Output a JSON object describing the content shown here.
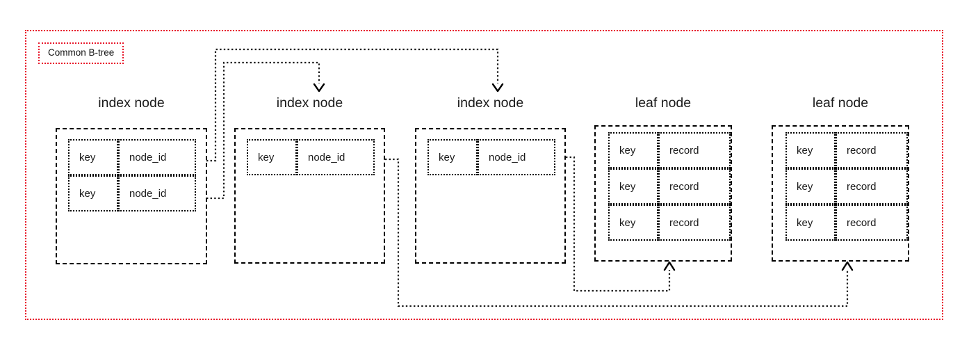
{
  "diagram": {
    "title": "Common B-tree",
    "frame_color": "#e8192c",
    "node_border_color": "#000000",
    "cell_border_color": "#000000",
    "connector_color": "#1a1a1a"
  },
  "nodes": [
    {
      "id": "index-node-1",
      "label": "index node",
      "kind": "index",
      "rows": [
        {
          "key": "key",
          "value": "node_id"
        },
        {
          "key": "key",
          "value": "node_id"
        }
      ]
    },
    {
      "id": "index-node-2",
      "label": "index node",
      "kind": "index",
      "rows": [
        {
          "key": "key",
          "value": "node_id"
        }
      ]
    },
    {
      "id": "index-node-3",
      "label": "index node",
      "kind": "index",
      "rows": [
        {
          "key": "key",
          "value": "node_id"
        }
      ]
    },
    {
      "id": "leaf-node-1",
      "label": "leaf node",
      "kind": "leaf",
      "rows": [
        {
          "key": "key",
          "value": "record"
        },
        {
          "key": "key",
          "value": "record"
        },
        {
          "key": "key",
          "value": "record"
        }
      ]
    },
    {
      "id": "leaf-node-2",
      "label": "leaf node",
      "kind": "leaf",
      "rows": [
        {
          "key": "key",
          "value": "record"
        },
        {
          "key": "key",
          "value": "record"
        },
        {
          "key": "key",
          "value": "record"
        }
      ]
    }
  ],
  "connectors": [
    {
      "id": "c1",
      "from": "index-node-1.row1",
      "to": "index-node-3",
      "style": "dotted",
      "arrow": "down"
    },
    {
      "id": "c2",
      "from": "index-node-1.row2",
      "to": "index-node-2",
      "style": "dotted",
      "arrow": "down"
    },
    {
      "id": "c3",
      "from": "index-node-2.row1",
      "to": "leaf-node-2",
      "style": "dotted",
      "arrow": "up"
    },
    {
      "id": "c4",
      "from": "index-node-3.row1",
      "to": "leaf-node-1",
      "style": "dotted",
      "arrow": "up"
    }
  ]
}
